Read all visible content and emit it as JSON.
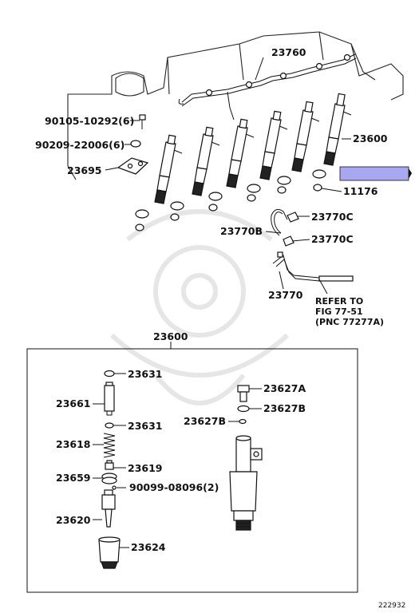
{
  "upper_callouts": {
    "p23760": "23760",
    "p90105": "90105-10292(6)",
    "p90209": "90209-22006(6)",
    "p23695": "23695",
    "p23600": "23600",
    "p11176": "11176",
    "p23770c_a": "23770C",
    "p23770b": "23770B",
    "p23770c_b": "23770C",
    "p23770": "23770"
  },
  "refer": {
    "line1": "REFER TO",
    "line2": "FIG 77-51",
    "line3": "(PNC 77277A)"
  },
  "detail_box": {
    "title": "23600",
    "callouts": {
      "p23631_a": "23631",
      "p23661": "23661",
      "p23631_b": "23631",
      "p23618": "23618",
      "p23619": "23619",
      "p23659": "23659",
      "p90099": "90099-08096(2)",
      "p23620": "23620",
      "p23624": "23624",
      "p23627a": "23627A",
      "p23627b_r": "23627B",
      "p23627b_l": "23627B"
    }
  },
  "figure_number": "222932",
  "colors": {
    "highlight": "#a8a8f0",
    "line": "#111111",
    "watermark": "#e4e4e4"
  }
}
